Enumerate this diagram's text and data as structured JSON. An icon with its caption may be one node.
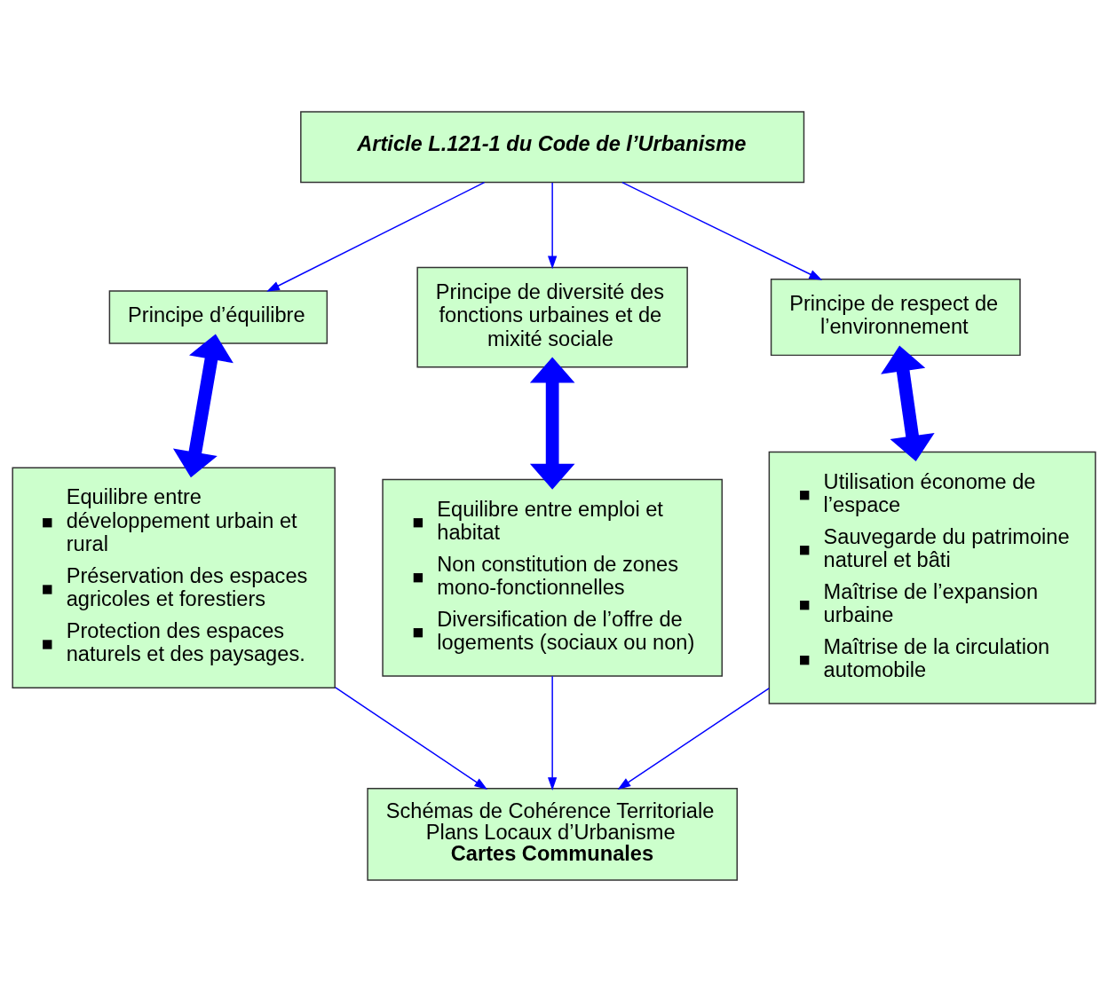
{
  "diagram": {
    "nodes": [
      {
        "text": [
          "Article L.121-1 du Code de l’Urbanisme"
        ]
      },
      {
        "text": [
          "Principe d’équilibre"
        ]
      },
      {
        "text": [
          "Principe de diversité des fonctions urbaines et de mixité sociale"
        ]
      },
      {
        "text": [
          "Principe de respect de l’environnement"
        ]
      },
      {
        "text": [
          "Equilibre entre développement urbain et rural",
          "Préservation des espaces agricoles et forestiers",
          "Protection des espaces naturels et des paysages."
        ]
      },
      {
        "text": [
          "Equilibre entre emploi et habitat",
          "Non constitution de zones mono-fonctionnelles",
          "Diversification de l’offre de logements (sociaux ou non)"
        ]
      },
      {
        "text": [
          "Utilisation économe de l’espace",
          "Sauvegarde du patrimoine naturel et bâti",
          "Maîtrise de l’expansion urbaine",
          "Maîtrise de la circulation automobile"
        ]
      },
      {
        "text": [
          "Schémas de Cohérence Territoriale",
          "Plans Locaux d’Urbanisme",
          "**Cartes Communales**"
        ]
      }
    ],
    "edges": [
      {
        "from": 0,
        "to": 1,
        "arrow": "to"
      },
      {
        "from": 0,
        "to": 2,
        "arrow": "to"
      },
      {
        "from": 0,
        "to": 3,
        "arrow": "to"
      },
      {
        "from": 1,
        "to": 4,
        "arrow": "both",
        "style": "thick"
      },
      {
        "from": 2,
        "to": 5,
        "arrow": "both",
        "style": "thick"
      },
      {
        "from": 3,
        "to": 6,
        "arrow": "both",
        "style": "thick"
      },
      {
        "from": 4,
        "to": 7,
        "arrow": "to"
      },
      {
        "from": 5,
        "to": 7,
        "arrow": "to"
      },
      {
        "from": 6,
        "to": 7,
        "arrow": "to"
      }
    ]
  }
}
